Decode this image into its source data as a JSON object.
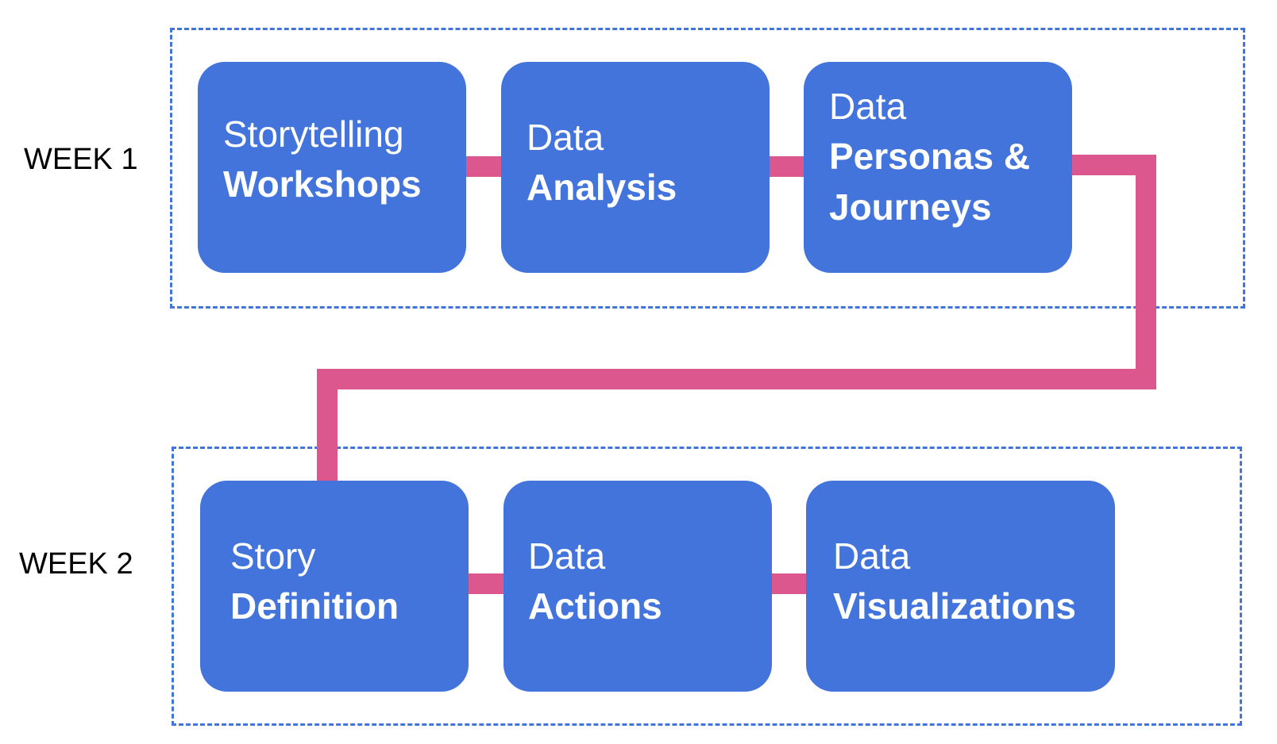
{
  "weeks": [
    {
      "label": "WEEK 1",
      "steps": [
        {
          "prefix": "Storytelling",
          "main": "Workshops"
        },
        {
          "prefix": "Data",
          "main": "Analysis"
        },
        {
          "prefix": "Data",
          "main": "Personas & Journeys"
        }
      ]
    },
    {
      "label": "WEEK 2",
      "steps": [
        {
          "prefix": "Story",
          "main": "Definition"
        },
        {
          "prefix": "Data",
          "main": "Actions"
        },
        {
          "prefix": "Data",
          "main": "Visualizations"
        }
      ]
    }
  ],
  "colors": {
    "box_fill": "#4374dc",
    "frame_border": "#4374dc",
    "connector": "#dc578d",
    "box_text": "#ffffff",
    "label_text": "#000000"
  }
}
